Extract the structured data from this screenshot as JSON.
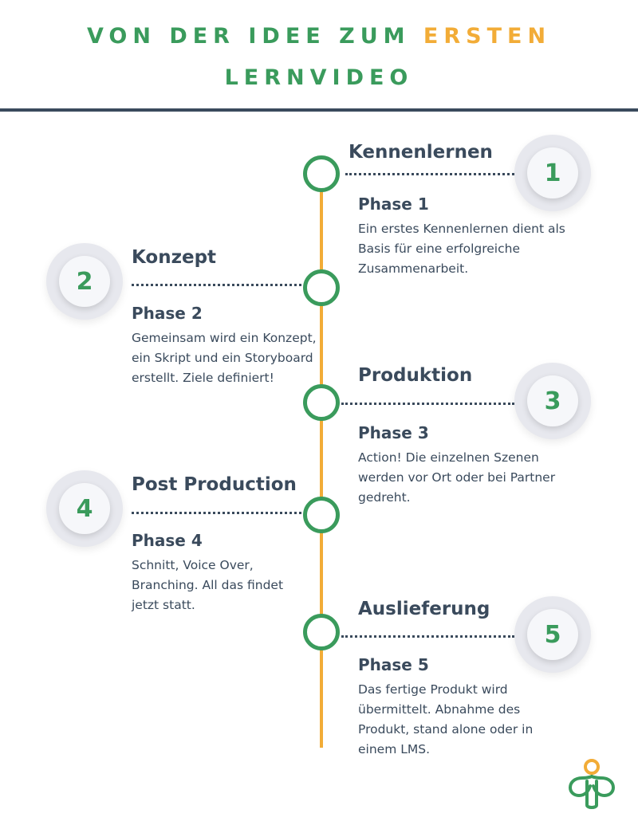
{
  "header": {
    "title_part1": "VON DER IDEE ZUM",
    "title_accent": "ERSTEN",
    "title_line2": "LERNVIDEO"
  },
  "colors": {
    "green": "#3a9b5c",
    "orange": "#f2ac37",
    "navy": "#3a4a5c"
  },
  "phases": [
    {
      "number": "1",
      "title": "Kennenlernen",
      "subtitle": "Phase 1",
      "description": "Ein erstes Kennenlernen dient als Basis für eine erfolgreiche Zusammenarbeit."
    },
    {
      "number": "2",
      "title": "Konzept",
      "subtitle": "Phase 2",
      "description": "Gemeinsam wird ein Konzept, ein Skript und ein Storyboard erstellt. Ziele definiert!"
    },
    {
      "number": "3",
      "title": "Produktion",
      "subtitle": "Phase 3",
      "description": "Action! Die einzelnen Szenen werden vor Ort oder bei Partner gedreht."
    },
    {
      "number": "4",
      "title": "Post Production",
      "subtitle": "Phase 4",
      "description": "Schnitt, Voice Over, Branching. All das findet jetzt statt."
    },
    {
      "number": "5",
      "title": "Auslieferung",
      "subtitle": "Phase 5",
      "description": "Das fertige Produkt wird übermittelt. Abnahme des Produkt, stand alone oder in einem LMS."
    }
  ],
  "logo": {
    "icon": "brand-logo-icon"
  }
}
